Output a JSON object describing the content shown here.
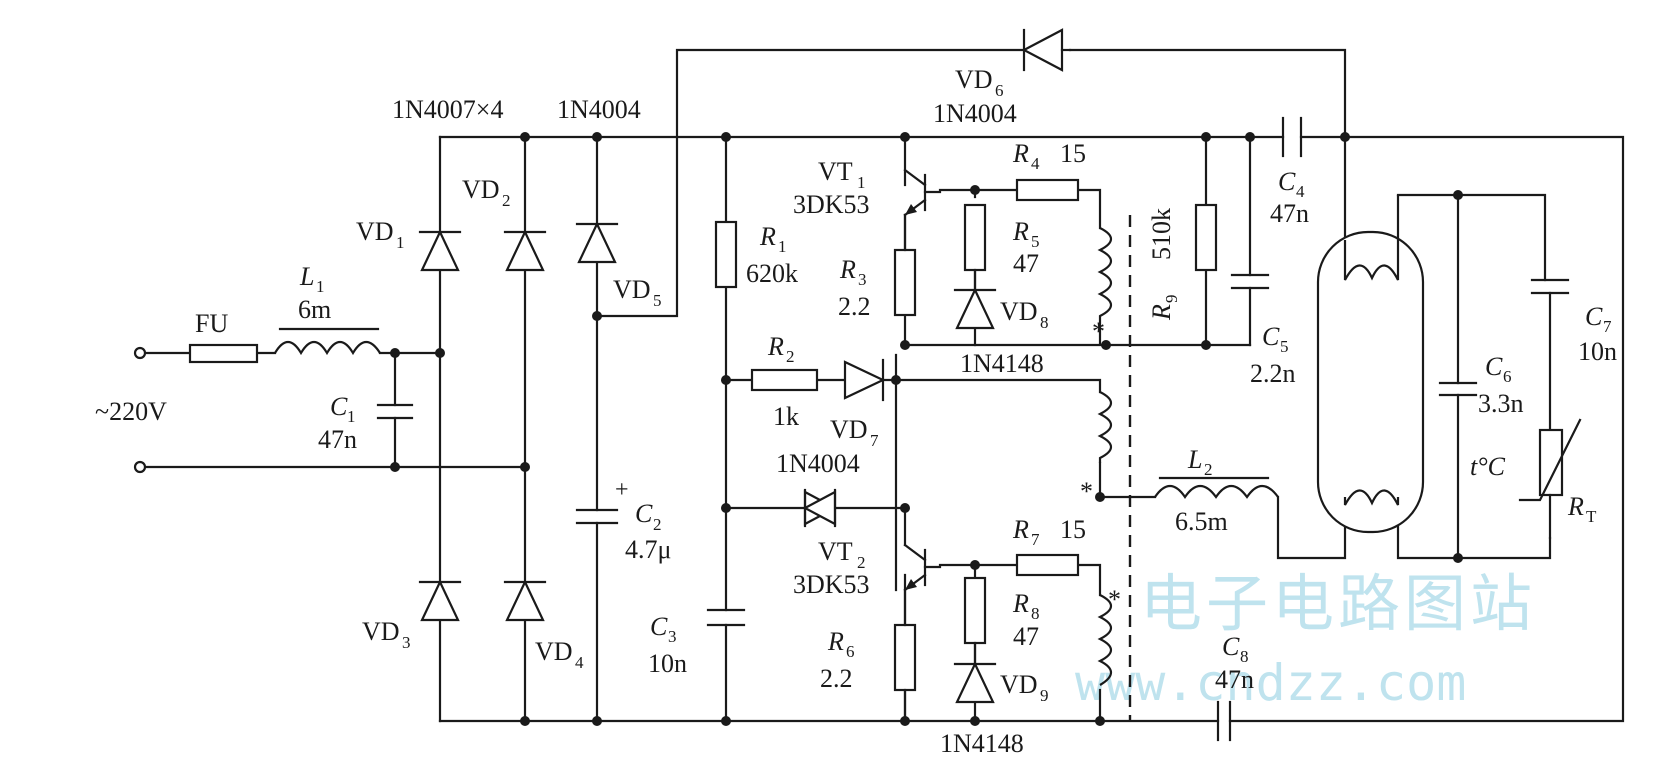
{
  "labels": {
    "source": "~220V",
    "fu": "FU",
    "l1": "L",
    "l1_sub": "1",
    "l1_val": "6m",
    "c1": "C",
    "c1_sub": "1",
    "c1_val": "47n",
    "bridge": "1N4007×4",
    "vd5_part": "1N4004",
    "vd1": "VD",
    "vd1_sub": "1",
    "vd2": "VD",
    "vd2_sub": "2",
    "vd3": "VD",
    "vd3_sub": "3",
    "vd4": "VD",
    "vd4_sub": "4",
    "vd5": "VD",
    "vd5_sub": "5",
    "c2": "C",
    "c2_sub": "2",
    "c2_val": "4.7μ",
    "c2_plus": "+",
    "vd6": "VD",
    "vd6_sub": "6",
    "vd6_part": "1N4004",
    "r1": "R",
    "r1_sub": "1",
    "r1_val": "620k",
    "r2": "R",
    "r2_sub": "2",
    "r2_val": "1k",
    "vd7": "VD",
    "vd7_sub": "7",
    "vd7_part": "1N4004",
    "c3": "C",
    "c3_sub": "3",
    "c3_val": "10n",
    "vt1": "VT",
    "vt1_sub": "1",
    "vt1_part": "3DK53",
    "vt2": "VT",
    "vt2_sub": "2",
    "vt2_part": "3DK53",
    "r3": "R",
    "r3_sub": "3",
    "r3_val": "2.2",
    "r6": "R",
    "r6_sub": "6",
    "r6_val": "2.2",
    "r4": "R",
    "r4_sub": "4",
    "r4_val": "15",
    "r7": "R",
    "r7_sub": "7",
    "r7_val": "15",
    "r5": "R",
    "r5_sub": "5",
    "r5_val": "47",
    "r8": "R",
    "r8_sub": "8",
    "r8_val": "47",
    "vd8": "VD",
    "vd8_sub": "8",
    "vd8_part": "1N4148",
    "vd9": "VD",
    "vd9_sub": "9",
    "vd9_part": "1N4148",
    "r9": "R",
    "r9_sub": "9",
    "r9_val": "510k",
    "c4": "C",
    "c4_sub": "4",
    "c4_val": "47n",
    "c5": "C",
    "c5_sub": "5",
    "c5_val": "2.2n",
    "c6": "C",
    "c6_sub": "6",
    "c6_val": "3.3n",
    "c7": "C",
    "c7_sub": "7",
    "c7_val": "10n",
    "c8": "C",
    "c8_sub": "8",
    "c8_val": "47n",
    "l2": "L",
    "l2_sub": "2",
    "l2_val": "6.5m",
    "rt": "R",
    "rt_sub": "T",
    "temp": "t°C",
    "dot_mark": "*"
  },
  "watermark": {
    "cn": "电子电路图站",
    "url": "www.cndzz.com"
  },
  "colors": {
    "ink": "#1a1a1a",
    "watermark": "#bfe3ee"
  }
}
